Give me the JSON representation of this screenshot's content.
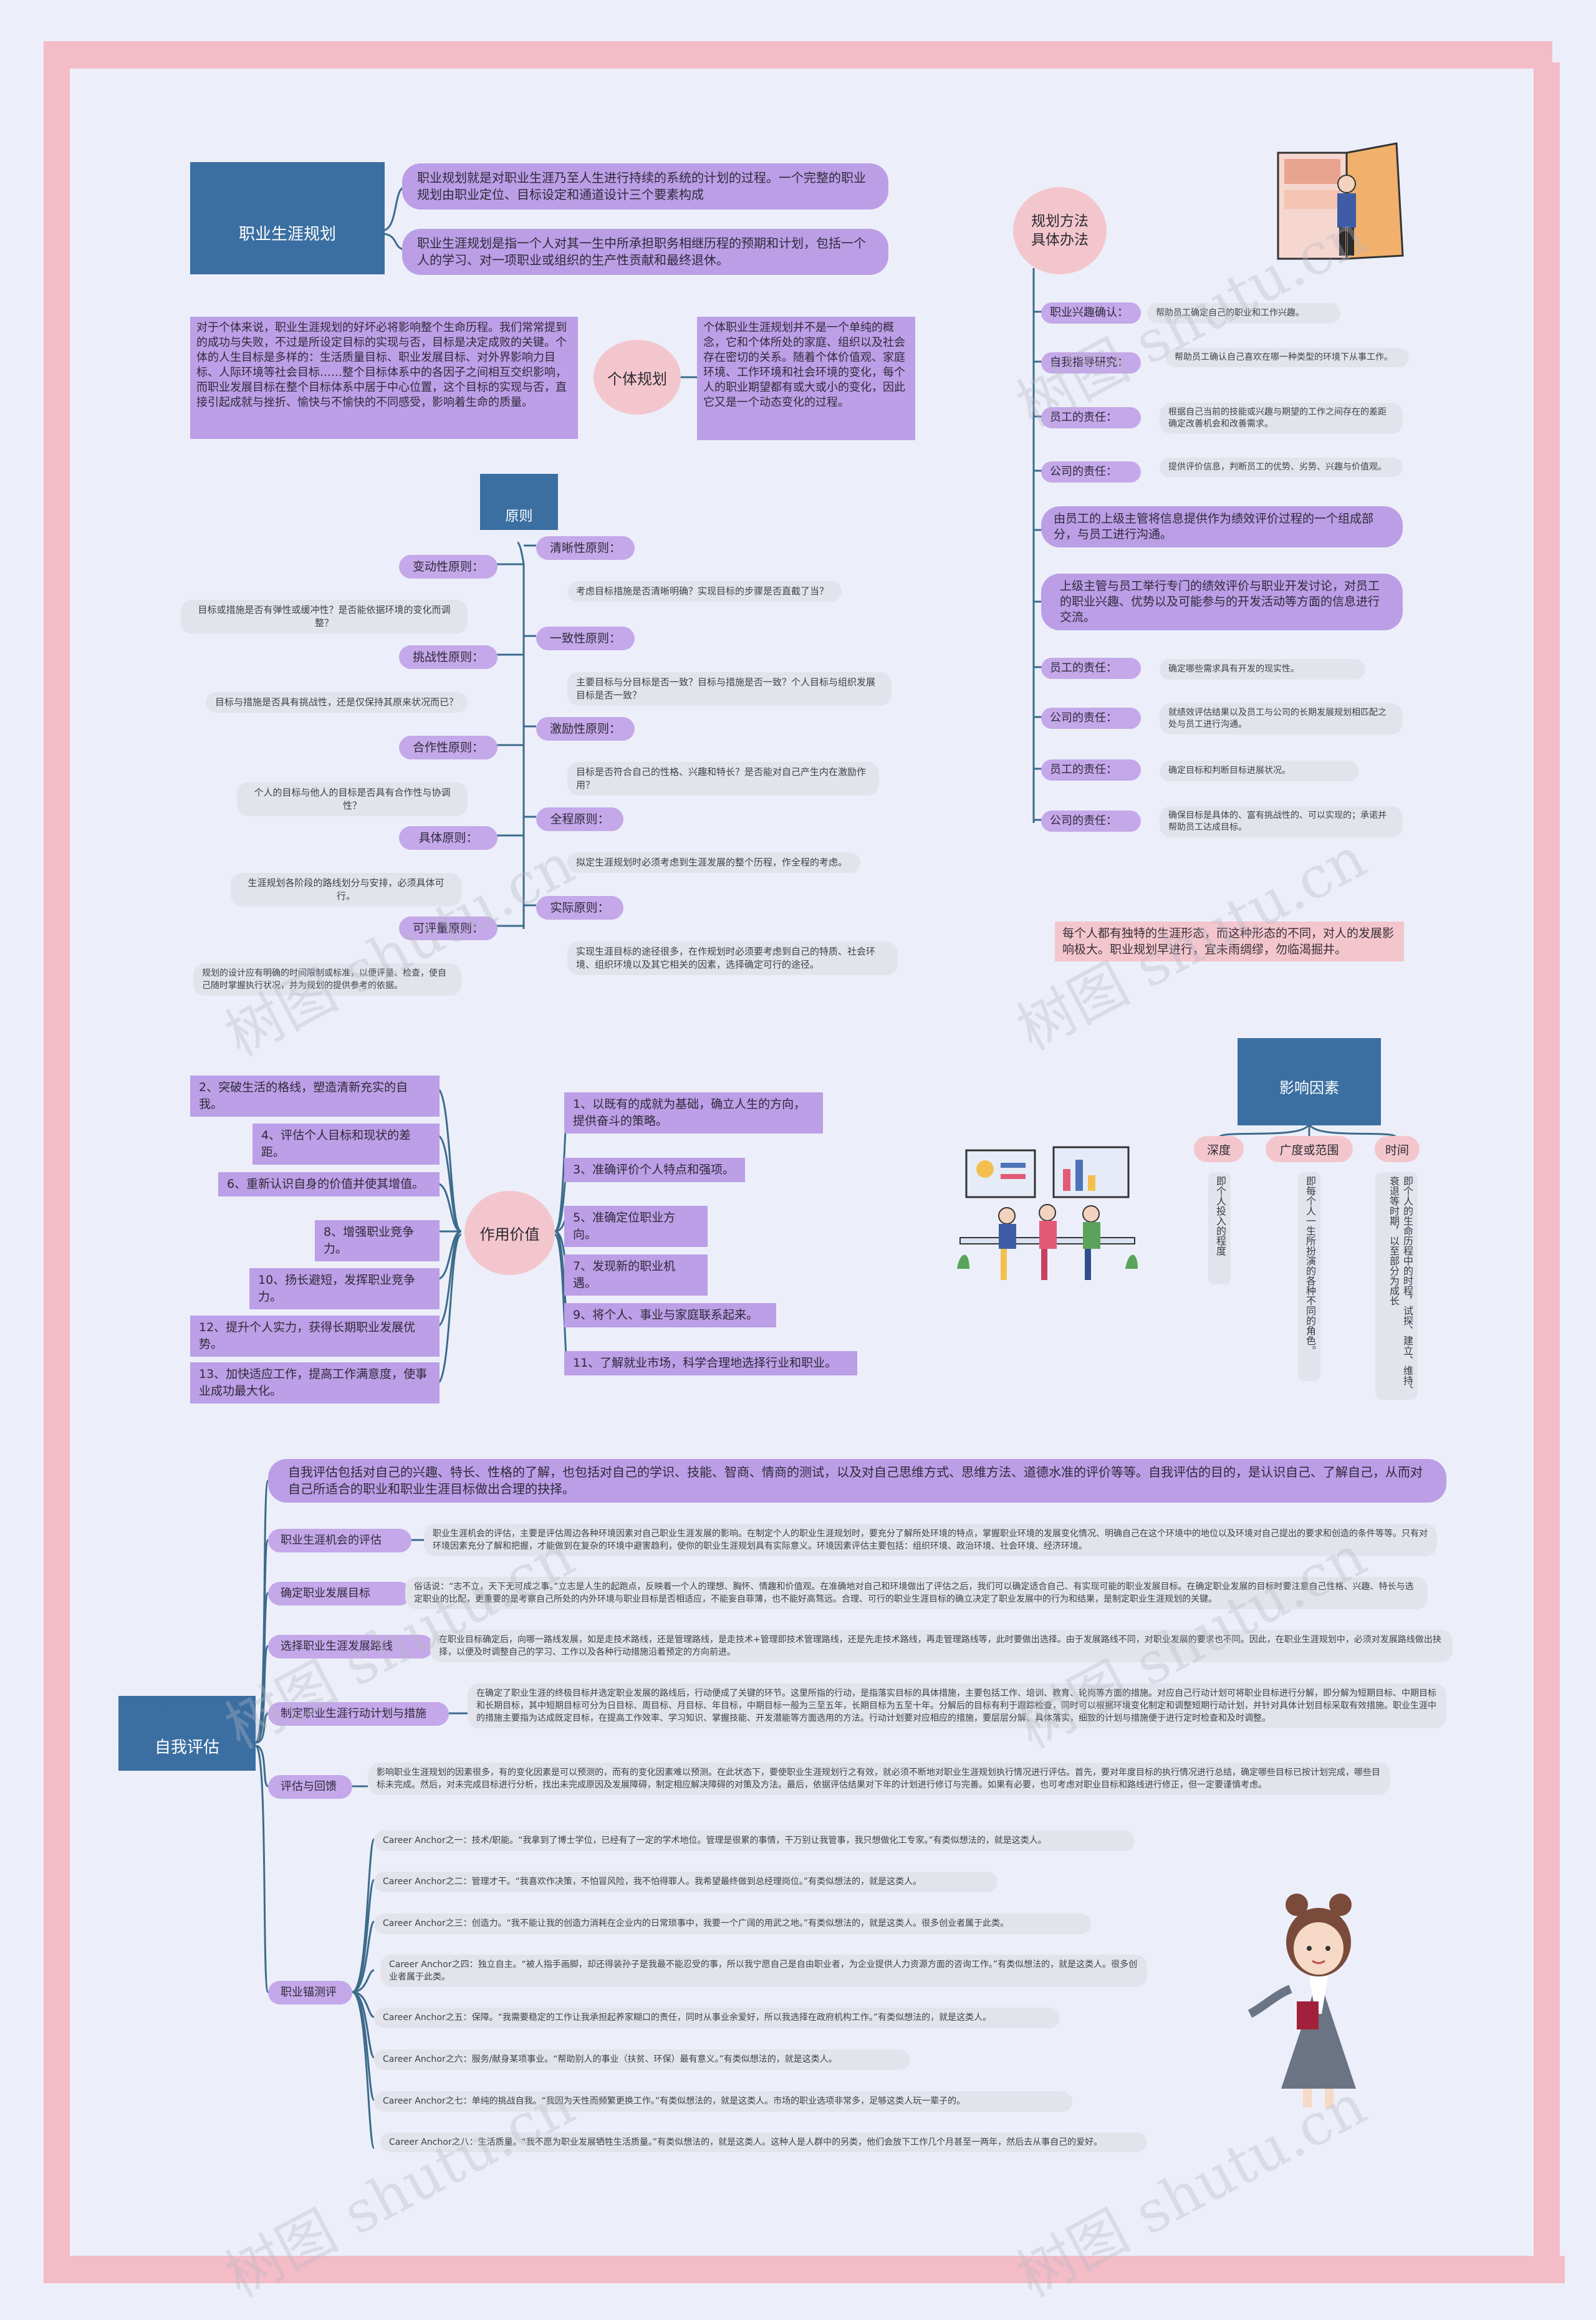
{
  "career": {
    "title": "职业生涯规划",
    "d1": "职业规划就是对职业生涯乃至人生进行持续的系统的计划的过程。一个完整的职业规划由职业定位、目标设定和通道设计三个要素构成",
    "d2": "职业生涯规划是指一个人对其一生中所承担职务相继历程的预期和计划，包括一个人的学习、对一项职业或组织的生产性贡献和最终退休。"
  },
  "personal": {
    "title": "个体规划",
    "left": "对于个体来说，职业生涯规划的好坏必将影响整个生命历程。我们常常提到的成功与失败，不过是所设定目标的实现与否，目标是决定成败的关键。个体的人生目标是多样的：生活质量目标、职业发展目标、对外界影响力目标、人际环境等社会目标……整个目标体系中的各因子之间相互交织影响，而职业发展目标在整个目标体系中居于中心位置，这个目标的实现与否，直接引起成就与挫折、愉快与不愉快的不同感受，影响着生命的质量。",
    "right": "个体职业生涯规划并不是一个单纯的概念，它和个体所处的家庭、组织以及社会存在密切的关系。随着个体价值观、家庭环境、工作环境和社会环境的变化，每个人的职业期望都有或大或小的变化，因此它又是一个动态变化的过程。"
  },
  "principles": {
    "title": "原则",
    "left": [
      {
        "label": "变动性原则：",
        "note": "目标或措施是否有弹性或缓冲性？是否能依据环境的变化而调整？"
      },
      {
        "label": "挑战性原则：",
        "note": "目标与措施是否具有挑战性，还是仅保持其原来状况而已？"
      },
      {
        "label": "合作性原则：",
        "note": "个人的目标与他人的目标是否具有合作性与协调性？"
      },
      {
        "label": "具体原则：",
        "note": "生涯规划各阶段的路线划分与安排，必须具体可行。"
      },
      {
        "label": "可评量原则：",
        "note": "规划的设计应有明确的时间限制或标准，以便评量、检查，使自己随时掌握执行状况，并为规划的提供参考的依据。"
      }
    ],
    "right": [
      {
        "label": "清晰性原则：",
        "note": "考虑目标措施是否清晰明确？实现目标的步骤是否直截了当？"
      },
      {
        "label": "一致性原则：",
        "note": "主要目标与分目标是否一致？目标与措施是否一致？个人目标与组织发展目标是否一致？"
      },
      {
        "label": "激励性原则：",
        "note": "目标是否符合自己的性格、兴趣和特长？是否能对自己产生内在激励作用？"
      },
      {
        "label": "全程原则：",
        "note": "拟定生涯规划时必须考虑到生涯发展的整个历程，作全程的考虑。"
      },
      {
        "label": "实际原则：",
        "note": "实现生涯目标的途径很多，在作规划时必须要考虑到自己的特质、社会环境、组织环境以及其它相关的因素，选择确定可行的途径。"
      }
    ]
  },
  "methods": {
    "title": "规划方法具体办法",
    "items": [
      {
        "label": "职业兴趣确认：",
        "note": "帮助员工确定自己的职业和工作兴趣。"
      },
      {
        "label": "自我指导研究：",
        "note": "帮助员工确认自己喜欢在哪一种类型的环境下从事工作。"
      },
      {
        "label": "员工的责任：",
        "note": "根据自己当前的技能或兴趣与期望的工作之间存在的差距确定改善机会和改善需求。"
      },
      {
        "label": "公司的责任：",
        "note": "提供评价信息，判断员工的优势、劣势、兴趣与价值观。"
      },
      {
        "label": "由员工的上级主管将信息提供作为绩效评价过程的一个组成部分，与员工进行沟通。",
        "note": ""
      },
      {
        "label": "上级主管与员工举行专门的绩效评价与职业开发讨论，对员工的职业兴趣、优势以及可能参与的开发活动等方面的信息进行交流。",
        "note": ""
      },
      {
        "label": "员工的责任：",
        "note": "确定哪些需求具有开发的现实性。"
      },
      {
        "label": "公司的责任：",
        "note": "就绩效评估结果以及员工与公司的长期发展规划相匹配之处与员工进行沟通。"
      },
      {
        "label": "员工的责任：",
        "note": "确定目标和判断目标进展状况。"
      },
      {
        "label": "公司的责任：",
        "note": "确保目标是具体的、富有挑战性的、可以实现的；承诺并帮助员工达成目标。"
      }
    ],
    "footer": "每个人都有独特的生涯形态，而这种形态的不同，对人的发展影响极大。职业规划早进行，宜未雨绸缪，勿临渴掘井。"
  },
  "value": {
    "title": "作用价值",
    "left": [
      "2、突破生活的格线，塑造清新充实的自我。",
      "4、评估个人目标和现状的差距。",
      "6、重新认识自身的价值并使其增值。",
      "8、增强职业竞争力。",
      "10、扬长避短，发挥职业竞争力。",
      "12、提升个人实力，获得长期职业发展优势。",
      "13、加快适应工作，提高工作满意度，使事业成功最大化。"
    ],
    "right": [
      "1、以既有的成就为基础，确立人生的方向，提供奋斗的策略。",
      "3、准确评价个人特点和强项。",
      "5、准确定位职业方向。",
      "7、发现新的职业机遇。",
      "9、将个人、事业与家庭联系起来。",
      "11、了解就业市场，科学合理地选择行业和职业。"
    ]
  },
  "factors": {
    "title": "影响因素",
    "items": [
      {
        "label": "深度",
        "note": "即个人投入的程度"
      },
      {
        "label": "广度或范围",
        "note": "即每个人一生所扮演的各种不同的角色。"
      },
      {
        "label": "时间",
        "note": "即个人的生命历程中的时程，试探、建立、维持、衰退等时期，以至部分为成长"
      }
    ]
  },
  "self": {
    "title": "自我评估",
    "intro": "自我评估包括对自己的兴趣、特长、性格的了解，也包括对自己的学识、技能、智商、情商的测试，以及对自己思维方式、思维方法、道德水准的评价等等。自我评估的目的，是认识自己、了解自己，从而对自己所适合的职业和职业生涯目标做出合理的抉择。",
    "branches": [
      {
        "label": "职业生涯机会的评估",
        "note": "职业生涯机会的评估，主要是评估周边各种环境因素对自己职业生涯发展的影响。在制定个人的职业生涯规划时，要充分了解所处环境的特点，掌握职业环境的发展变化情况、明确自己在这个环境中的地位以及环境对自己提出的要求和创造的条件等等。只有对环境因素充分了解和把握，才能做到在复杂的环境中避害趋利，使你的职业生涯规划具有实际意义。环境因素评估主要包括：组织环境、政治环境、社会环境、经济环境。"
      },
      {
        "label": "确定职业发展目标",
        "note": "俗话说：“志不立，天下无可成之事。”立志是人生的起跑点，反映着一个人的理想、胸怀、情趣和价值观。在准确地对自己和环境做出了评估之后，我们可以确定适合自己、有实现可能的职业发展目标。在确定职业发展的目标时要注意自己性格、兴趣、特长与选定职业的比配，更重要的是考察自己所处的内外环境与职业目标是否相适应，不能妄自菲薄，也不能好高骛远。合理、可行的职业生涯目标的确立决定了职业发展中的行为和结果，是制定职业生涯规划的关键。"
      },
      {
        "label": "选择职业生涯发展路线",
        "note": "在职业目标确定后，向哪一路线发展，如是走技术路线，还是管理路线，是走技术+管理即技术管理路线，还是先走技术路线，再走管理路线等，此时要做出选择。由于发展路线不同，对职业发展的要求也不同。因此，在职业生涯规划中，必须对发展路线做出抉择，以便及时调整自己的学习、工作以及各种行动措施沿着预定的方向前进。"
      },
      {
        "label": "制定职业生涯行动计划与措施",
        "note": "在确定了职业生涯的终极目标并选定职业发展的路线后，行动便成了关键的环节。这里所指的行动，是指落实目标的具体措施，主要包括工作、培训、教育、轮岗等方面的措施。对应自己行动计划可将职业目标进行分解，即分解为短期目标、中期目标和长期目标，其中短期目标可分为日目标、周目标、月目标、年目标，中期目标一般为三至五年，长期目标为五至十年。分解后的目标有利于跟踪检查，同时可以根据环境变化制定和调整短期行动计划，并针对具体计划目标采取有效措施。职业生涯中的措施主要指为达成既定目标，在提高工作效率、学习知识、掌握技能、开发潜能等方面选用的方法。行动计划要对应相应的措施，要层层分解、具体落实，细致的计划与措施便于进行定时检查和及时调整。"
      },
      {
        "label": "评估与回馈",
        "note": "影响职业生涯规划的因素很多，有的变化因素是可以预测的，而有的变化因素难以预测。在此状态下，要使职业生涯规划行之有效，就必须不断地对职业生涯规划执行情况进行评估。首先，要对年度目标的执行情况进行总结，确定哪些目标已按计划完成，哪些目标未完成。然后，对未完成目标进行分析，找出未完成原因及发展障碍，制定相应解决障碍的对策及方法。最后，依据评估结果对下年的计划进行修订与完善。如果有必要，也可考虑对职业目标和路线进行修正，但一定要谨慎考虑。"
      }
    ],
    "test": {
      "label": "职业锚测评",
      "items": [
        "Career Anchor之一：技术/职能。“我拿到了博士学位，已经有了一定的学术地位。管理是很累的事情，干万别让我管事，我只想做化工专家。”有类似想法的，就是这类人。",
        "Career Anchor之二：管理才干。“我喜欢作决策，不怕冒风险，我不怕得罪人。我希望最终做到总经理岗位。”有类似想法的，就是这类人。",
        "Career Anchor之三：创造力。“我不能让我的创造力消耗在企业内的日常琐事中，我要一个广阔的用武之地。”有类似想法的，就是这类人。很多创业者属于此类。",
        "Career Anchor之四：独立自主。“被人指手画脚，却还得装孙子是我最不能忍受的事，所以我宁愿自己是自由职业者，为企业提供人力资源方面的咨询工作。”有类似想法的，就是这类人。很多创业者属于此类。",
        "Career Anchor之五：保障。“我需要稳定的工作让我承担起养家糊口的责任，同时从事业余爱好，所以我选择在政府机构工作。”有类似想法的，就是这类人。",
        "Career Anchor之六：服务/献身某项事业。“帮助别人的事业（扶贫、环保）最有意义。”有类似想法的，就是这类人。",
        "Career Anchor之七：单纯的挑战自我。“我因为天性而频繁更换工作。”有类似想法的，就是这类人。市场的职业选项非常多，足够这类人玩一辈子的。",
        "Career Anchor之八：生活质量。“我不愿为职业发展牺牲生活质量。”有类似想法的，就是这类人。这种人是人群中的另类，他们会放下工作几个月甚至一两年，然后去从事自己的爱好。"
      ]
    }
  },
  "watermark": "树图 shutu.cn",
  "colors": {
    "cloud": "#3b6fa2",
    "pill": "#bb9ee6",
    "pink": "#f3c6cd",
    "frame": "#f3bcc7",
    "line": "#3d6b8c"
  }
}
